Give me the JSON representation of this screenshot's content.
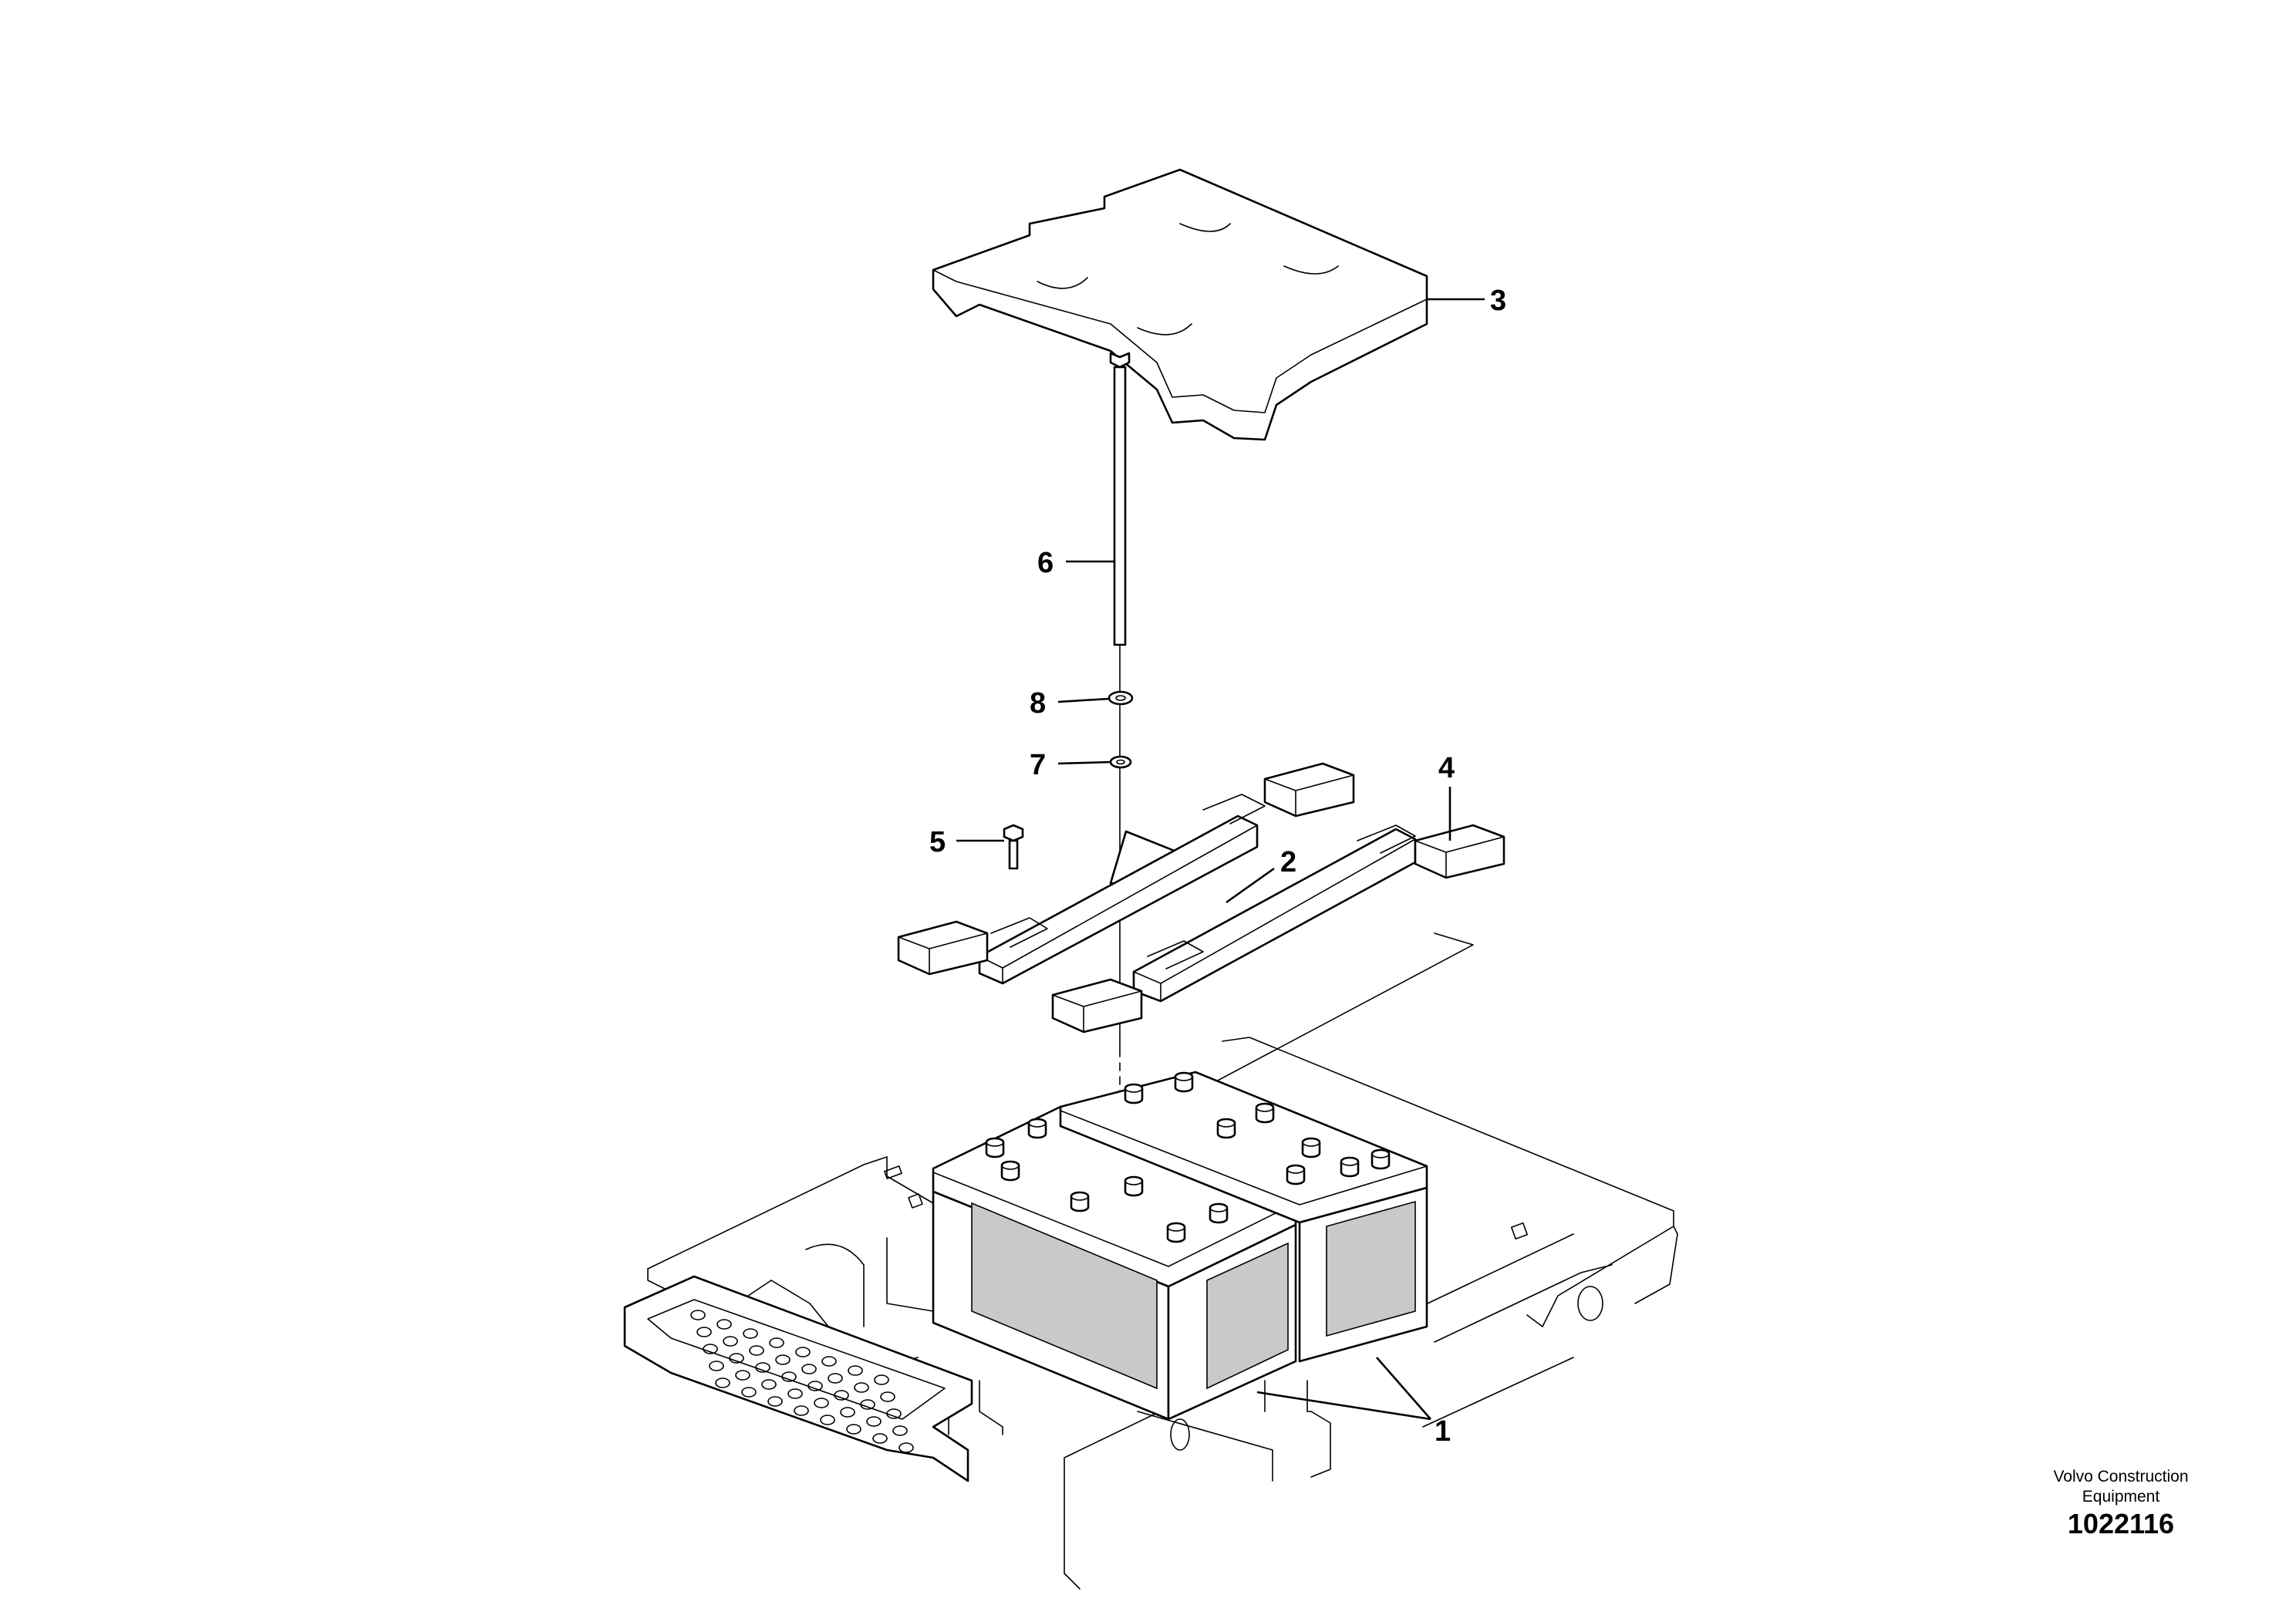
{
  "callouts": {
    "battery": "1",
    "hold_down_frame": "2",
    "cover": "3",
    "pad": "4",
    "screw": "5",
    "bolt": "6",
    "washer_lower": "7",
    "washer_upper": "8"
  },
  "stamp": {
    "brand_line1": "Volvo Construction",
    "brand_line2": "Equipment",
    "drawing_number": "1022116"
  }
}
